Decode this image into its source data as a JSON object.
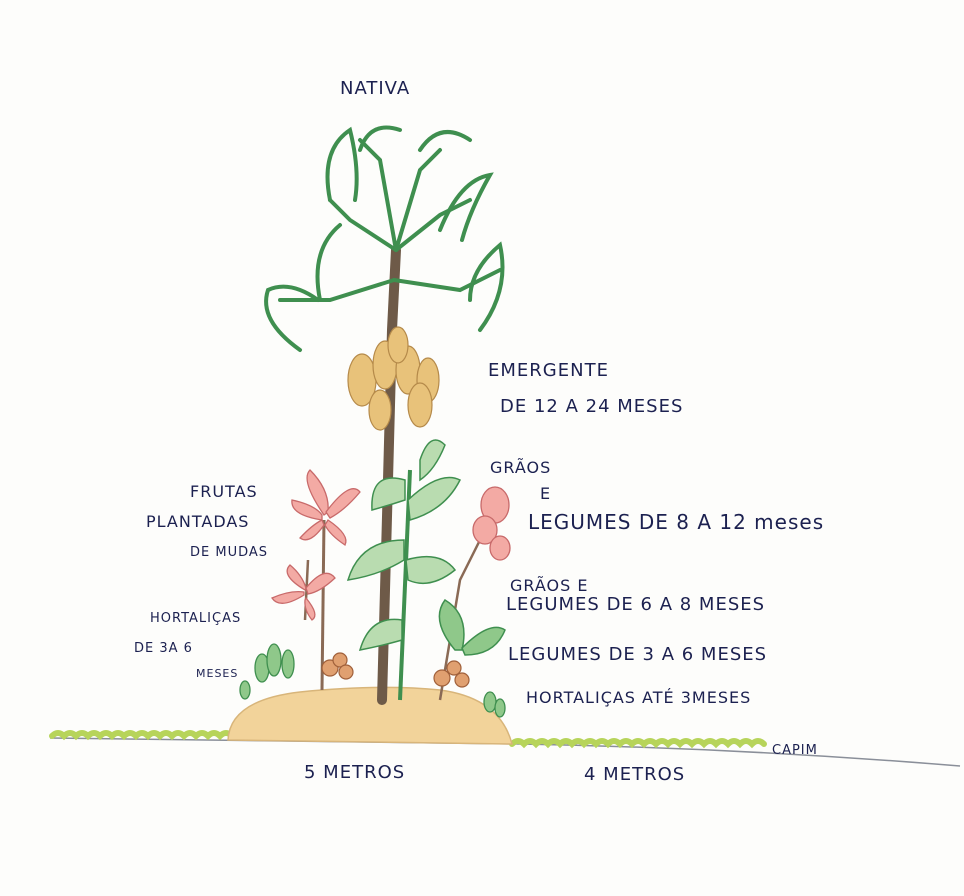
{
  "diagram": {
    "labels": {
      "nativa": "NATIVA",
      "emergente": "EMERGENTE",
      "emergente_time": "DE 12 A 24 MESES",
      "graos_1": "GRÃOS",
      "e_1": "E",
      "graos_legumes_1": "LEGUMES DE 8 A 12 meses",
      "frutas_1": "FRUTAS",
      "frutas_2": "PLANTADAS",
      "frutas_3": "DE MUDAS",
      "graos_2": "GRÃOS E",
      "graos_legumes_2": "LEGUMES DE 6 A 8 MESES",
      "hortalicas_left_1": "HORTALIÇAS",
      "hortalicas_left_2": "DE 3A 6",
      "hortalicas_left_3": "MESES",
      "legumes_3_6": "LEGUMES DE 3 A 6 MESES",
      "hortalicas_ate": "HORTALIÇAS ATÉ 3MESES",
      "capim": "CAPIM",
      "metros_5": "5 METROS",
      "metros_4": "4 METROS"
    },
    "colors": {
      "ink": "#1c2150",
      "leaf_green": "#3f8f4f",
      "light_green": "#8fc88a",
      "grass": "#b7d45a",
      "mound": "#f2d39a",
      "flower_pink": "#e8908e",
      "fruit_yellow": "#e8c27a",
      "trunk_brown": "#6e5a48"
    }
  }
}
